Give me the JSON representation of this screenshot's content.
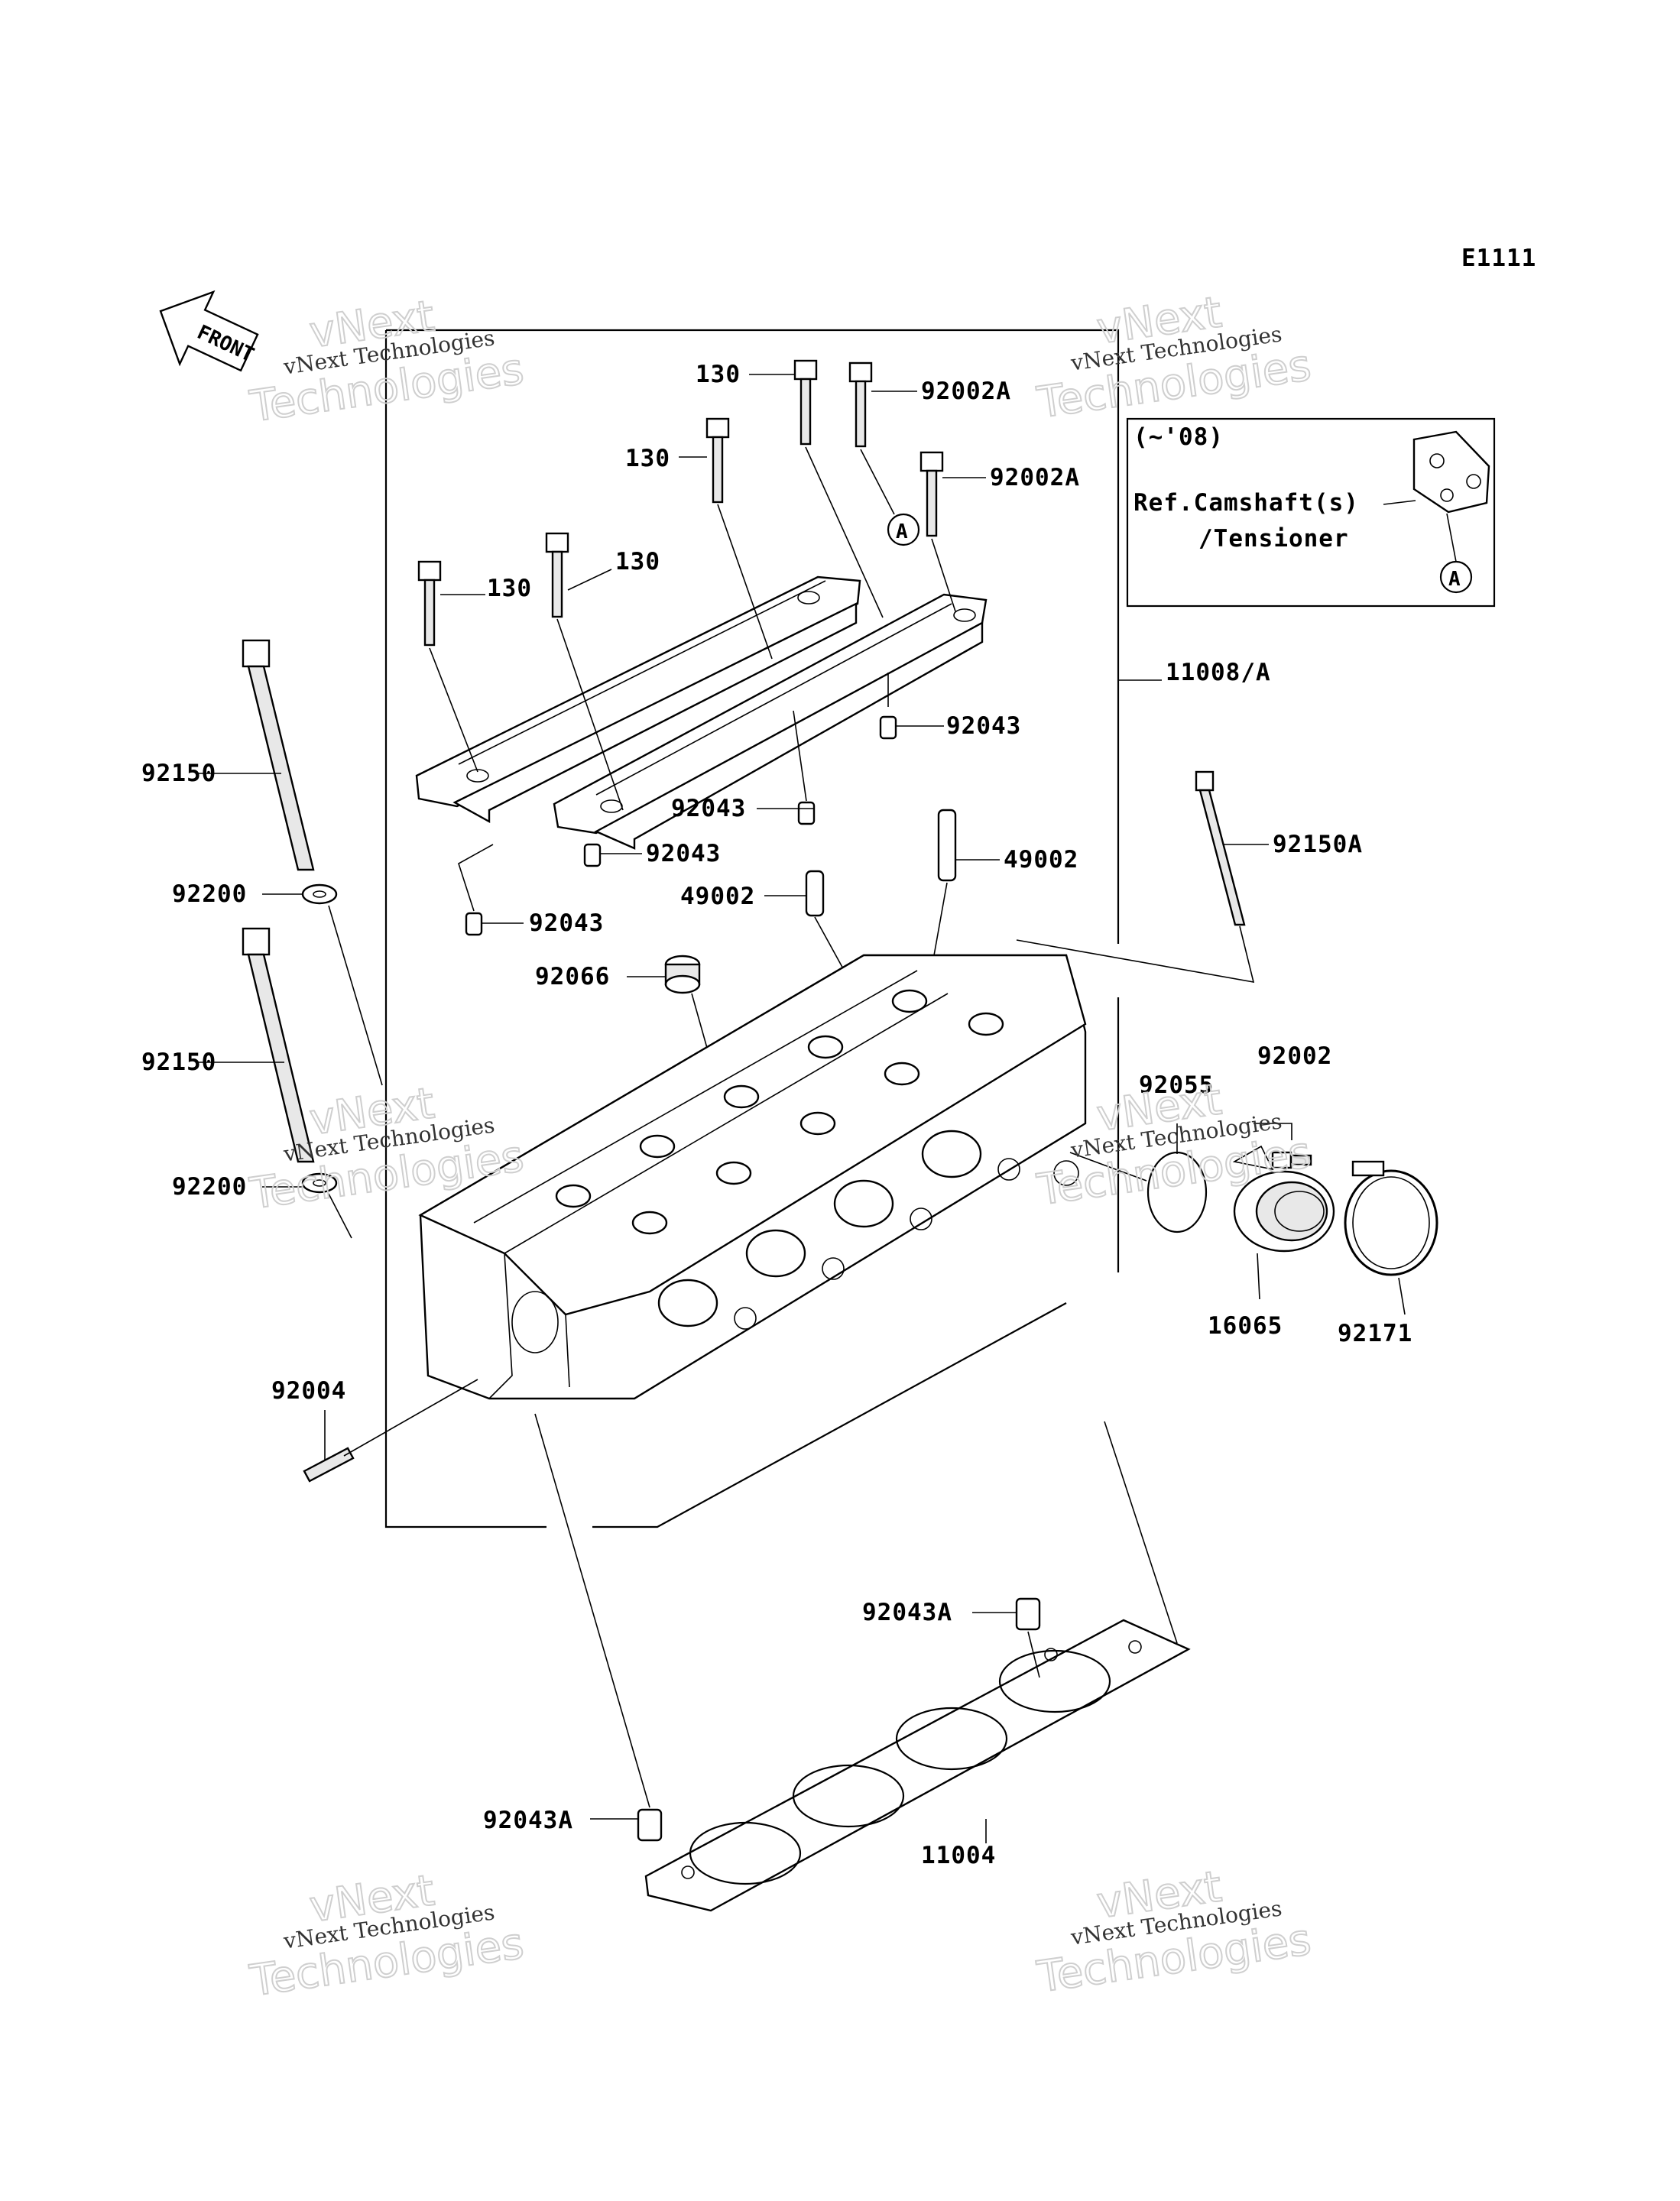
{
  "diagram_code": "E1111",
  "front_label": "FRONT",
  "inset": {
    "line1": "(~'08)",
    "line2": "Ref.Camshaft(s)",
    "line3": "/Tensioner",
    "marker": "A"
  },
  "marker_a": "A",
  "labels": {
    "bolt_130_a": "130",
    "bolt_130_b": "130",
    "bolt_130_c": "130",
    "bolt_130_d": "130",
    "bolt_92002A_a": "92002A",
    "bolt_92002A_b": "92002A",
    "assembly_11008A": "11008/A",
    "dowel_92043_a": "92043",
    "dowel_92043_b": "92043",
    "dowel_92043_c": "92043",
    "dowel_92043_d": "92043",
    "guide_49002_a": "49002",
    "guide_49002_b": "49002",
    "bolt_92150_a": "92150",
    "bolt_92150_b": "92150",
    "bolt_92150A": "92150A",
    "washer_92200_a": "92200",
    "washer_92200_b": "92200",
    "plug_92066": "92066",
    "oring_92055": "92055",
    "screw_92002": "92002",
    "holder_16065": "16065",
    "clamp_92171": "92171",
    "stud_92004": "92004",
    "dowel_92043A_a": "92043A",
    "dowel_92043A_b": "92043A",
    "gasket_11004": "11004"
  },
  "watermark": {
    "line1": "vNext Technologies",
    "line2": "vNext",
    "line3": "Technologies"
  },
  "colors": {
    "ink": "#000000",
    "paper": "#ffffff",
    "watermark": "#cfcfcf"
  }
}
